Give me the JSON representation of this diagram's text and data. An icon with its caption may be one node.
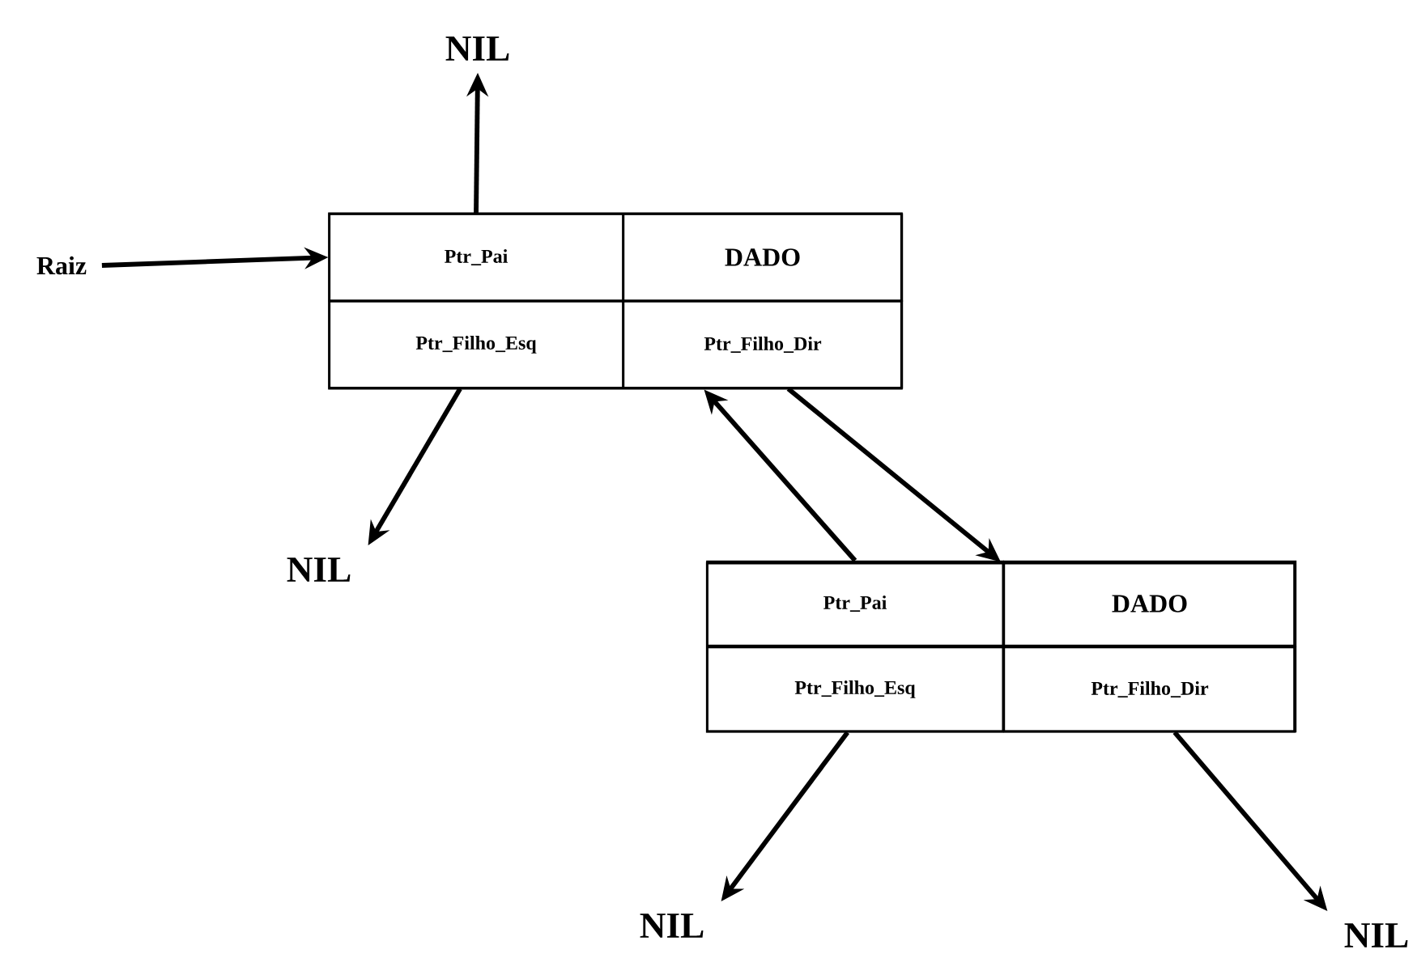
{
  "diagram": {
    "nodes": [
      {
        "text": [],
        "shape": "box"
      },
      {
        "text": [
          "Ptr_Pai"
        ],
        "in": 0
      },
      {
        "text": [
          "DADO"
        ],
        "in": 0
      },
      {
        "text": [
          "Ptr_Filho_Esq"
        ],
        "in": 0
      },
      {
        "text": [
          "Ptr_Filho_Dir"
        ],
        "in": 0
      },
      {
        "text": [],
        "shape": "box"
      },
      {
        "text": [
          "Ptr_Pai"
        ],
        "in": 5
      },
      {
        "text": [
          "DADO"
        ],
        "in": 5
      },
      {
        "text": [
          "Ptr_Filho_Esq"
        ],
        "in": 5
      },
      {
        "text": [
          "Ptr_Filho_Dir"
        ],
        "in": 5
      },
      {
        "text": [
          "NIL"
        ]
      },
      {
        "text": [
          "Raiz"
        ]
      },
      {
        "text": [
          "NIL"
        ]
      },
      {
        "text": [
          "NIL"
        ]
      },
      {
        "text": [
          "NIL"
        ]
      }
    ],
    "edges": [
      {
        "from": 1,
        "to": 10,
        "arrow": "to"
      },
      {
        "from": 11,
        "to": 1,
        "arrow": "to"
      },
      {
        "from": 3,
        "to": 12,
        "arrow": "to"
      },
      {
        "from": 4,
        "to": 5,
        "arrow": "to"
      },
      {
        "from": 6,
        "to": 0,
        "arrow": "to"
      },
      {
        "from": 8,
        "to": 13,
        "arrow": "to"
      },
      {
        "from": 9,
        "to": 14,
        "arrow": "to"
      }
    ]
  }
}
